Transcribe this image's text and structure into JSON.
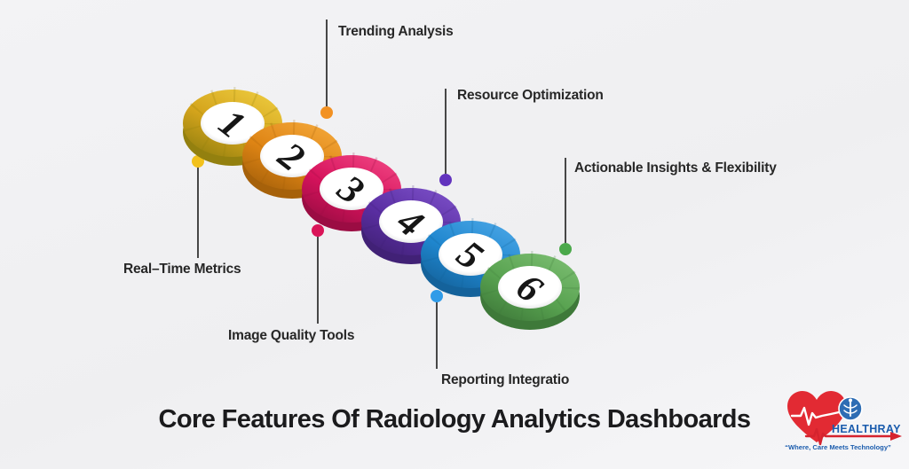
{
  "title": "Core Features Of Radiology Analytics Dashboards",
  "features": [
    {
      "number": "1",
      "label": "Real–Time Metrics",
      "color": "#D4A41C",
      "dark": "#93800F",
      "light": "#EDCB3F",
      "dot": "#F2C11C"
    },
    {
      "number": "2",
      "label": "Trending Analysis",
      "color": "#DE8414",
      "dark": "#A6610A",
      "light": "#F4A83A",
      "dot": "#F29122"
    },
    {
      "number": "3",
      "label": "Image Quality Tools",
      "color": "#D6135C",
      "dark": "#9B0C43",
      "light": "#F04583",
      "dot": "#DA1458"
    },
    {
      "number": "4",
      "label": "Resource Optimization",
      "color": "#5A2EA2",
      "dark": "#412176",
      "light": "#7C50C8",
      "dot": "#6233BE"
    },
    {
      "number": "5",
      "label": "Reporting Integratio",
      "color": "#1F86CE",
      "dark": "#14629B",
      "light": "#4AA6E6",
      "dot": "#2F9BE8"
    },
    {
      "number": "6",
      "label": "Actionable Insights & Flexibility",
      "color": "#58A250",
      "dark": "#3E7939",
      "light": "#7CBE72",
      "dot": "#4BA94B"
    }
  ],
  "connector": {
    "line_color": "#474747"
  },
  "logo": {
    "brand": "HEALTHRAY",
    "tagline": "“Where, Care Meets Technology”",
    "heart_color": "#E22A33",
    "blue": "#1B5CAD"
  },
  "text_color": "#272727"
}
